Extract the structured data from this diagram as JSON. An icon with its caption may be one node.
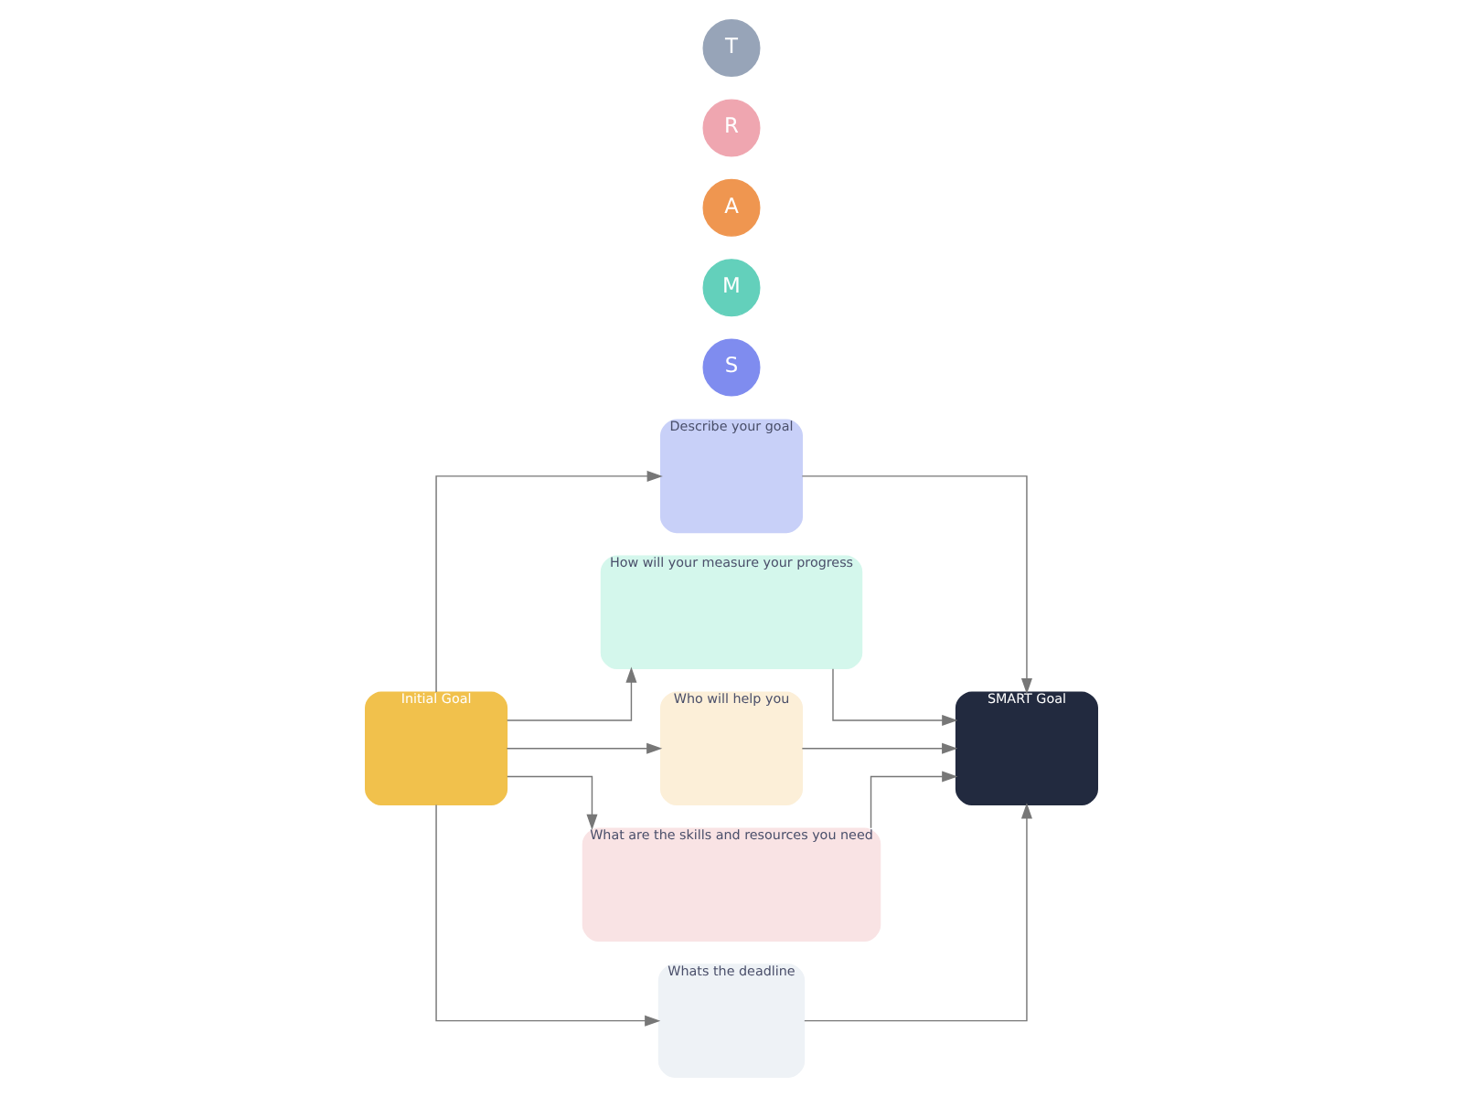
{
  "diagram": {
    "nodes": [
      {
        "text": [
          "Initial Goal"
        ]
      },
      {
        "text": [
          "S"
        ]
      },
      {
        "text": [
          "Describe your goal"
        ]
      },
      {
        "text": [
          "M"
        ]
      },
      {
        "text": [
          "How will your measure your progress"
        ]
      },
      {
        "text": [
          "A"
        ]
      },
      {
        "text": [
          "Who will help you"
        ]
      },
      {
        "text": [
          "R"
        ]
      },
      {
        "text": [
          "What are the skills and resources you need"
        ]
      },
      {
        "text": [
          "T"
        ]
      },
      {
        "text": [
          "Whats the deadline"
        ]
      },
      {
        "text": [
          "SMART Goal"
        ]
      }
    ],
    "edges": [
      {
        "from": 0,
        "to": 2,
        "arrow": "to"
      },
      {
        "from": 0,
        "to": 4,
        "arrow": "to"
      },
      {
        "from": 0,
        "to": 6,
        "arrow": "to"
      },
      {
        "from": 0,
        "to": 8,
        "arrow": "to"
      },
      {
        "from": 0,
        "to": 10,
        "arrow": "to"
      },
      {
        "from": 2,
        "to": 11,
        "arrow": "to"
      },
      {
        "from": 4,
        "to": 11,
        "arrow": "to"
      },
      {
        "from": 6,
        "to": 11,
        "arrow": "to"
      },
      {
        "from": 8,
        "to": 11,
        "arrow": "to"
      },
      {
        "from": 10,
        "to": 11,
        "arrow": "to"
      }
    ]
  }
}
